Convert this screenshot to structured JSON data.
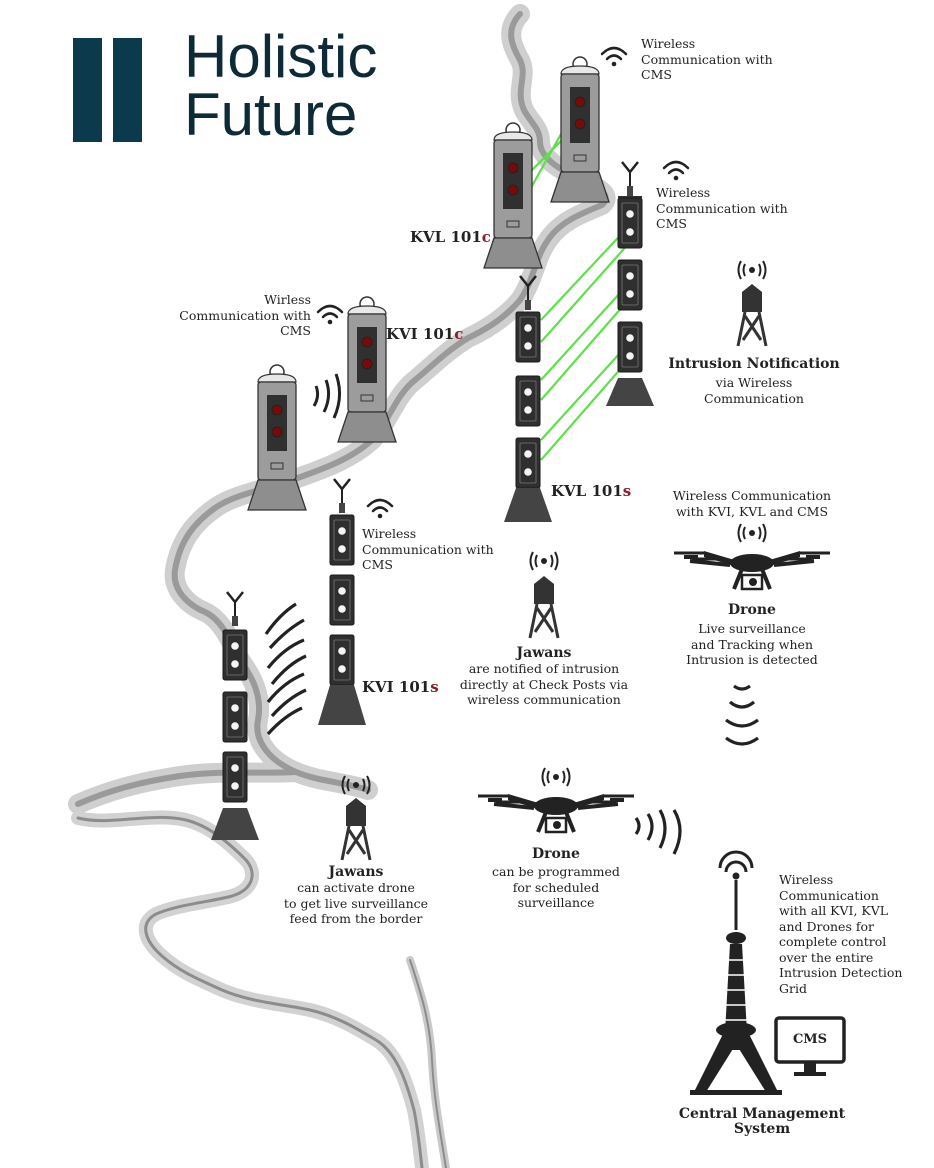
{
  "title": {
    "line1": "Holistic",
    "line2": "Future"
  },
  "colors": {
    "title_bar": "#0b3a4c",
    "accent": "#8a1c2b",
    "beam": "#5fe04a",
    "river": "#cfcfcf",
    "device": "#2f2f2f"
  },
  "devices": {
    "kvl101c": {
      "name": "KVL 101",
      "suffix": "c"
    },
    "kvi101c": {
      "name": "KVI 101",
      "suffix": "c"
    },
    "kvl101s": {
      "name": "KVL 101",
      "suffix": "s"
    },
    "kvi101s": {
      "name": "KVI 101",
      "suffix": "s"
    }
  },
  "labels": {
    "wireless_top": "Wireless\nCommunication with\nCMS",
    "wireless_kvl_s": "Wireless\nCommunication with\nCMS",
    "wirless_kvi_c": "Wirless\nCommunication with\nCMS",
    "wireless_kvi_s": "Wireless\nCommunication with\nCMS",
    "intrusion_title": "Intrusion Notification",
    "intrusion_sub": "via Wireless\nCommunication",
    "drone_top_header": "Wireless Communication\nwith KVI, KVL and CMS",
    "drone_top_title": "Drone",
    "drone_top_sub": "Live surveillance\nand Tracking when\nIntrusion is detected",
    "jawans_mid_title": "Jawans",
    "jawans_mid_sub": "are notified of intrusion\ndirectly at Check Posts via\nwireless communication",
    "jawans_low_title": "Jawans",
    "jawans_low_sub": "can activate drone\nto get live surveillance\nfeed from the border",
    "drone_low_title": "Drone",
    "drone_low_sub": "can be programmed\nfor scheduled\nsurveillance",
    "cms_wireless": "Wireless\nCommunication\nwith all KVI, KVL\nand Drones for\ncomplete control\nover the entire\nIntrusion Detection\nGrid",
    "cms_screen": "CMS",
    "cms_title": "Central Management\nSystem"
  }
}
